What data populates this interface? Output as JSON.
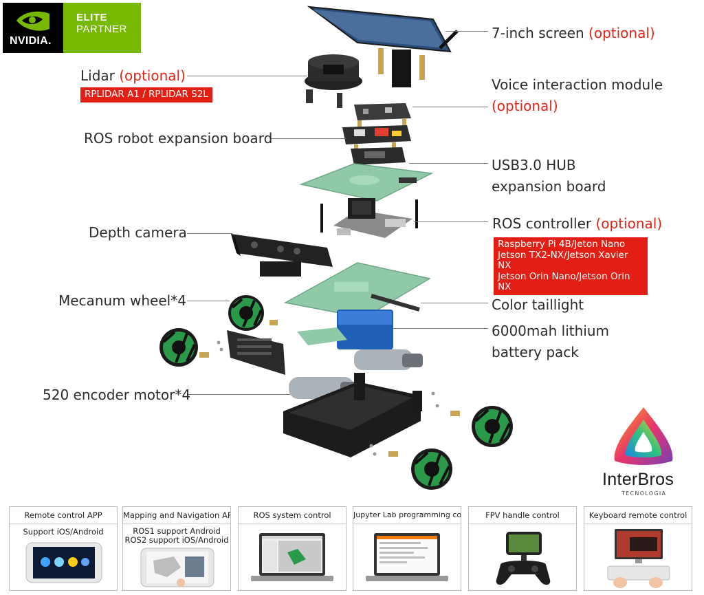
{
  "badge": {
    "brand": "NVIDIA.",
    "tier": "ELITE",
    "type": "PARTNER"
  },
  "labels": {
    "screen": {
      "text": "7-inch screen",
      "opt": "(optional)"
    },
    "lidar": {
      "text": "Lidar",
      "opt": "(optional)",
      "models": "RPLIDAR A1 / RPLIDAR S2L"
    },
    "voice": {
      "line1": "Voice interaction module",
      "opt": "(optional)"
    },
    "ros_board": "ROS robot expansion board",
    "usb_hub": {
      "line1": "USB3.0 HUB",
      "line2": "expansion board"
    },
    "depth_camera": "Depth camera",
    "ros_controller": {
      "text": "ROS controller",
      "opt": "(optional)",
      "models": [
        "Raspberry Pi 4B/Jeton Nano",
        "Jetson TX2-NX/Jetson Xavier NX",
        "Jetson Orin Nano/Jetson Orin NX"
      ]
    },
    "taillight": "Color taillight",
    "mecanum": "Mecanum wheel*4",
    "battery": {
      "line1": "6000mah lithium",
      "line2": "battery pack"
    },
    "motor": "520 encoder motor*4"
  },
  "logo": {
    "name": "InterBros",
    "tagline": "TECNOLOGIA"
  },
  "cards": [
    {
      "title": "Remote control APP",
      "sub": [
        "Support iOS/Android"
      ],
      "icon": "phone-app-icon"
    },
    {
      "title": "Mapping and Navigation APP",
      "sub": [
        "ROS1 support Android",
        "ROS2 support iOS/Android"
      ],
      "icon": "phone-map-icon"
    },
    {
      "title": "ROS system control",
      "sub": [],
      "icon": "laptop-rviz-icon"
    },
    {
      "title": "Jupyter Lab programming control",
      "sub": [],
      "icon": "laptop-jupyter-icon"
    },
    {
      "title": "FPV handle control",
      "sub": [],
      "icon": "gamepad-icon"
    },
    {
      "title": "Keyboard remote control",
      "sub": [],
      "icon": "keyboard-icon"
    }
  ],
  "colors": {
    "nvidia_green": "#76b900",
    "optional_red": "#e02418",
    "board_green": "#8fc9a8"
  }
}
